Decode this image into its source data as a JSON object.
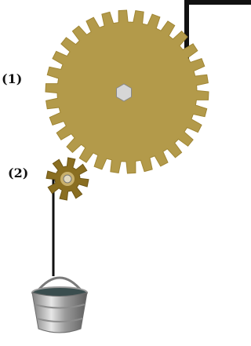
{
  "labels": {
    "large_gear": "(1)",
    "small_gear": "(2)"
  },
  "colors": {
    "gear_fill": "#b39a4a",
    "gear_stroke": "#a08634",
    "pinion_fill": "#8a6e21",
    "bolt": "#d6d6d6",
    "rope": "#111111",
    "bucket": "#b8b8b8",
    "bucket_water": "#3a4d4e"
  },
  "gears": {
    "large": {
      "teeth": 30
    },
    "small": {
      "teeth": 8
    }
  }
}
